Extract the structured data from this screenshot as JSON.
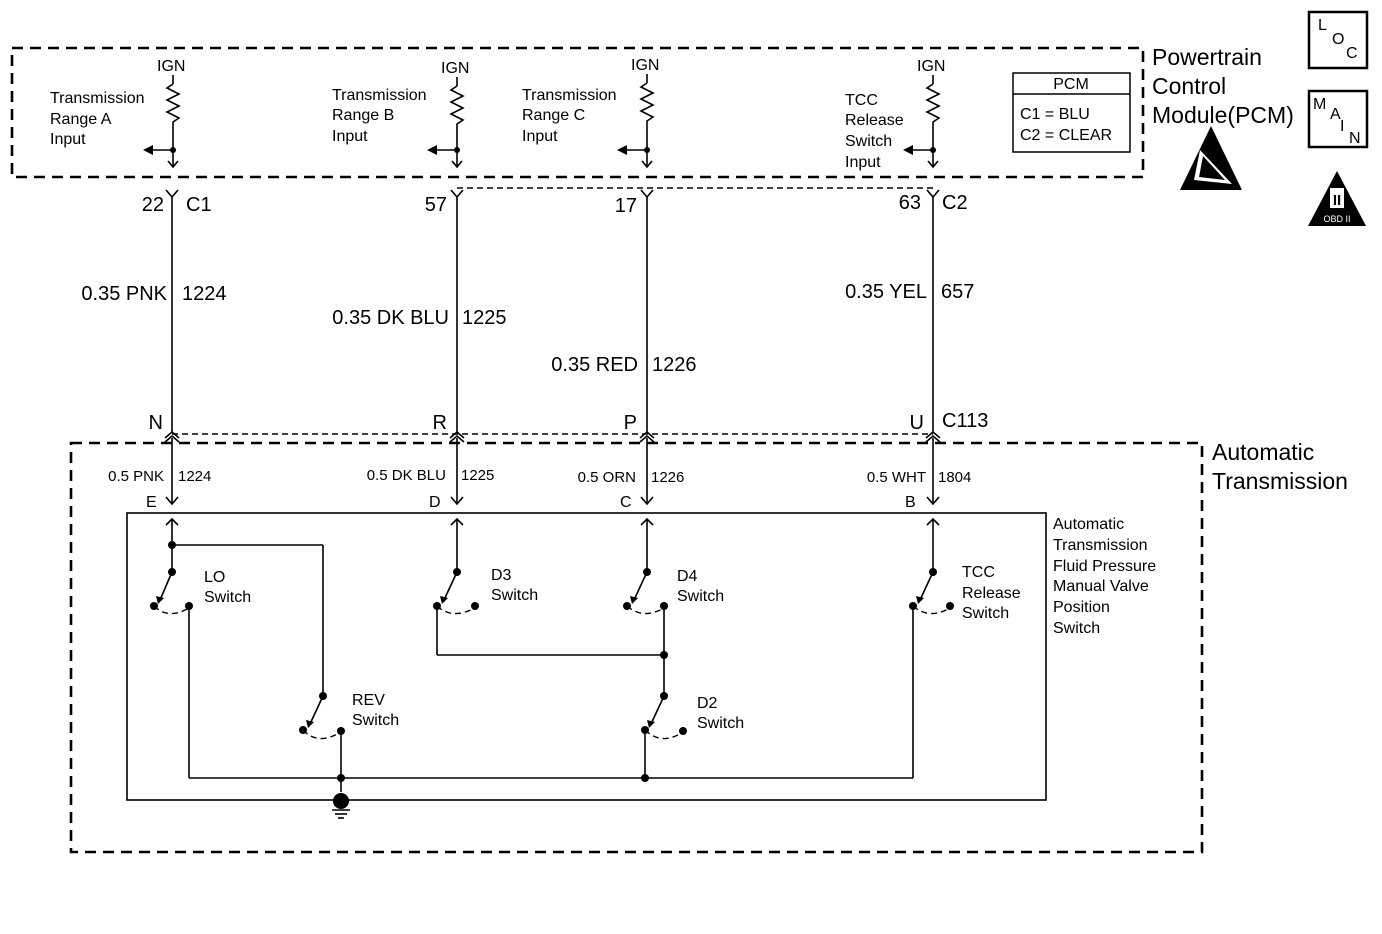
{
  "modules": {
    "pcm_title": [
      "Powertrain",
      "Control",
      "Module(PCM)"
    ],
    "trans_title": [
      "Automatic",
      "Transmission"
    ],
    "valve_switch_label": [
      "Automatic",
      "Transmission",
      "Fluid Pressure",
      "Manual Valve",
      "Position",
      "Switch"
    ]
  },
  "pcm_table": {
    "header": "PCM",
    "rows": [
      "C1 = BLU",
      "C2 = CLEAR"
    ]
  },
  "icons": {
    "loc": [
      "L",
      "O",
      "C"
    ],
    "main": [
      "M",
      "A",
      "I",
      "N"
    ],
    "obd": [
      "II",
      "OBD II"
    ]
  },
  "ign_label": "IGN",
  "pcm_inputs": [
    {
      "lines": [
        "Transmission",
        "Range A",
        "Input"
      ]
    },
    {
      "lines": [
        "Transmission",
        "Range B",
        "Input"
      ]
    },
    {
      "lines": [
        "Transmission",
        "Range C",
        "Input"
      ]
    },
    {
      "lines": [
        "TCC",
        "Release",
        "Switch",
        "Input"
      ]
    }
  ],
  "pcm_pins": [
    {
      "pin": "22",
      "connector": "C1"
    },
    {
      "pin": "57",
      "connector": ""
    },
    {
      "pin": "17",
      "connector": ""
    },
    {
      "pin": "63",
      "connector": "C2"
    }
  ],
  "wires_upper": [
    {
      "gauge_color": "0.35 PNK",
      "circuit": "1224"
    },
    {
      "gauge_color": "0.35 DK BLU",
      "circuit": "1225"
    },
    {
      "gauge_color": "0.35 RED",
      "circuit": "1226"
    },
    {
      "gauge_color": "0.35 YEL",
      "circuit": "657"
    }
  ],
  "c113": {
    "name": "C113",
    "terminals": [
      "N",
      "R",
      "P",
      "U"
    ]
  },
  "wires_lower": [
    {
      "gauge_color": "0.5 PNK",
      "circuit": "1224",
      "terminal": "E"
    },
    {
      "gauge_color": "0.5 DK BLU",
      "circuit": "1225",
      "terminal": "D"
    },
    {
      "gauge_color": "0.5 ORN",
      "circuit": "1226",
      "terminal": "C"
    },
    {
      "gauge_color": "0.5 WHT",
      "circuit": "1804",
      "terminal": "B"
    }
  ],
  "switches": [
    {
      "name": "LO",
      "suffix": "Switch"
    },
    {
      "name": "D3",
      "suffix": "Switch"
    },
    {
      "name": "D4",
      "suffix": "Switch"
    },
    {
      "name": "TCC",
      "suffix": "Release",
      "suffix2": "Switch"
    },
    {
      "name": "REV",
      "suffix": "Switch"
    },
    {
      "name": "D2",
      "suffix": "Switch"
    }
  ]
}
